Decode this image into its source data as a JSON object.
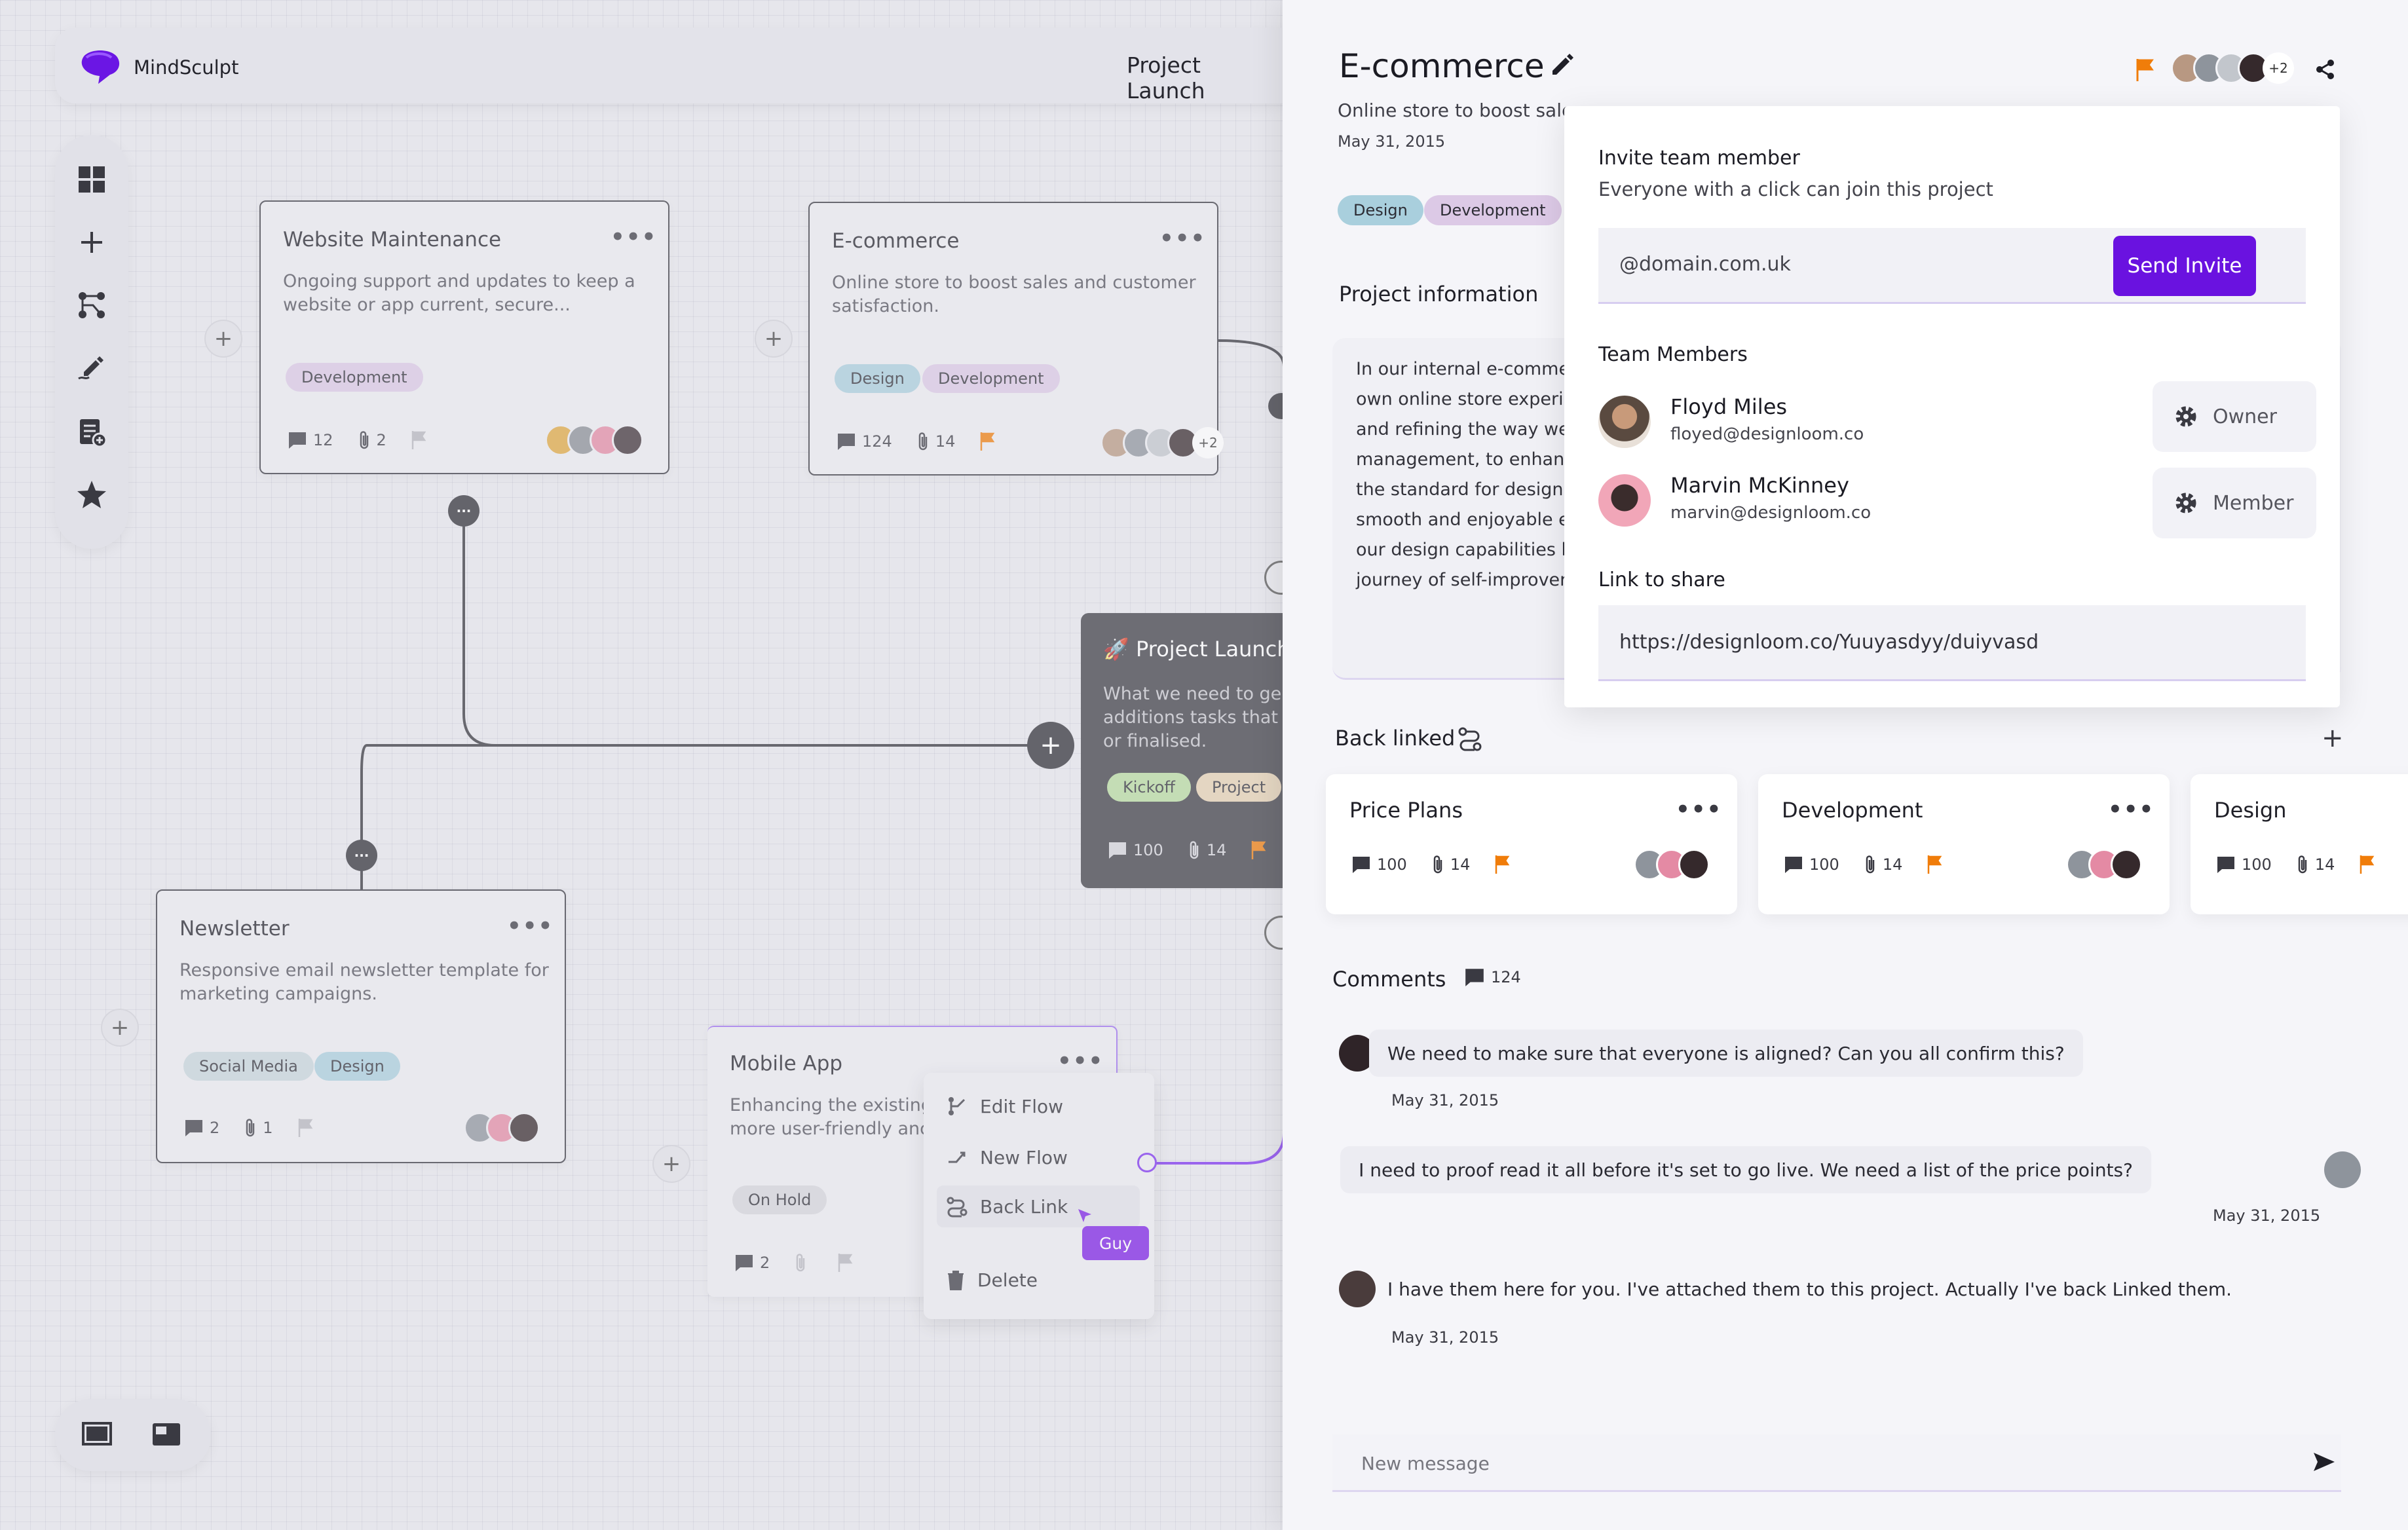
{
  "app": {
    "name": "MindSculpt",
    "project_title": "Project Launch"
  },
  "cards": {
    "website": {
      "title": "Website Maintenance",
      "desc1": "Ongoing support and updates to keep a",
      "desc2": "website or app current, secure...",
      "tag": "Development",
      "comments": "12",
      "attachments": "2"
    },
    "ecommerce": {
      "title": "E-commerce",
      "desc1": "Online store to boost sales and customer",
      "desc2": "satisfaction.",
      "tag1": "Design",
      "tag2": "Development",
      "comments": "124",
      "attachments": "14",
      "more": "+2"
    },
    "launch": {
      "emoji": "🚀",
      "title": "Project Launch",
      "desc1": "What we need to ge",
      "desc2": "additions tasks that",
      "desc3": "or finalised.",
      "tag1": "Kickoff",
      "tag2": "Project",
      "comments": "100",
      "attachments": "14"
    },
    "newsletter": {
      "title": "Newsletter",
      "desc1": "Responsive email newsletter template for",
      "desc2": "marketing campaigns.",
      "tag1": "Social Media",
      "tag2": "Design",
      "comments": "2",
      "attachments": "1"
    },
    "mobile": {
      "title": "Mobile App",
      "desc1": "Enhancing the existing",
      "desc2": "more user-friendly anc",
      "tag": "On Hold",
      "comments": "2"
    }
  },
  "context_menu": {
    "edit_flow": "Edit Flow",
    "new_flow": "New Flow",
    "back_link": "Back Link",
    "delete": "Delete",
    "cursor_label": "Guy"
  },
  "panel": {
    "title": "E-commerce",
    "subtitle": "Online store to boost sales",
    "date": "May 31, 2015",
    "tag1": "Design",
    "tag2": "Development",
    "more": "+2",
    "project_info_heading": "Project information",
    "project_info_lines": [
      "In our internal e-commer",
      "own online store experie",
      "and refining the way we",
      "management, to enhanc",
      "the standard for design",
      "smooth and enjoyable ex",
      "our design capabilities b",
      "journey of self-improver"
    ],
    "back_linked_heading": "Back linked",
    "back_linked": [
      {
        "title": "Price Plans",
        "comments": "100",
        "attachments": "14"
      },
      {
        "title": "Development",
        "comments": "100",
        "attachments": "14"
      },
      {
        "title": "Design",
        "comments": "100",
        "attachments": "14"
      }
    ],
    "comments_heading": "Comments",
    "comments_count": "124",
    "comments": [
      {
        "text": "We need to make sure that everyone is aligned? Can you all confirm this?",
        "date": "May 31, 2015"
      },
      {
        "text": "I need to proof read it all before it's set to go live. We need a list of the price points?",
        "date": "May 31, 2015"
      },
      {
        "text": "I have them here for you. I've attached them to this project. Actually I've back Linked them.",
        "date": "May 31, 2015"
      }
    ],
    "new_message_placeholder": "New message"
  },
  "invite": {
    "heading": "Invite team member",
    "subtext": "Everyone with a click can join this project",
    "email_placeholder": "@domain.com.uk",
    "send_label": "Send Invite",
    "team_heading": "Team Members",
    "members": [
      {
        "name": "Floyd Miles",
        "email": "floyed@designloom.co",
        "role": "Owner"
      },
      {
        "name": "Marvin McKinney",
        "email": "marvin@designloom.co",
        "role": "Member"
      }
    ],
    "link_heading": "Link to share",
    "link": "https://designloom.co/Yuuyasdyy/duiyvasd"
  },
  "colors": {
    "accent": "#6a12e0",
    "flag": "#f07d0a",
    "connector_active": "#7b2ff0"
  }
}
